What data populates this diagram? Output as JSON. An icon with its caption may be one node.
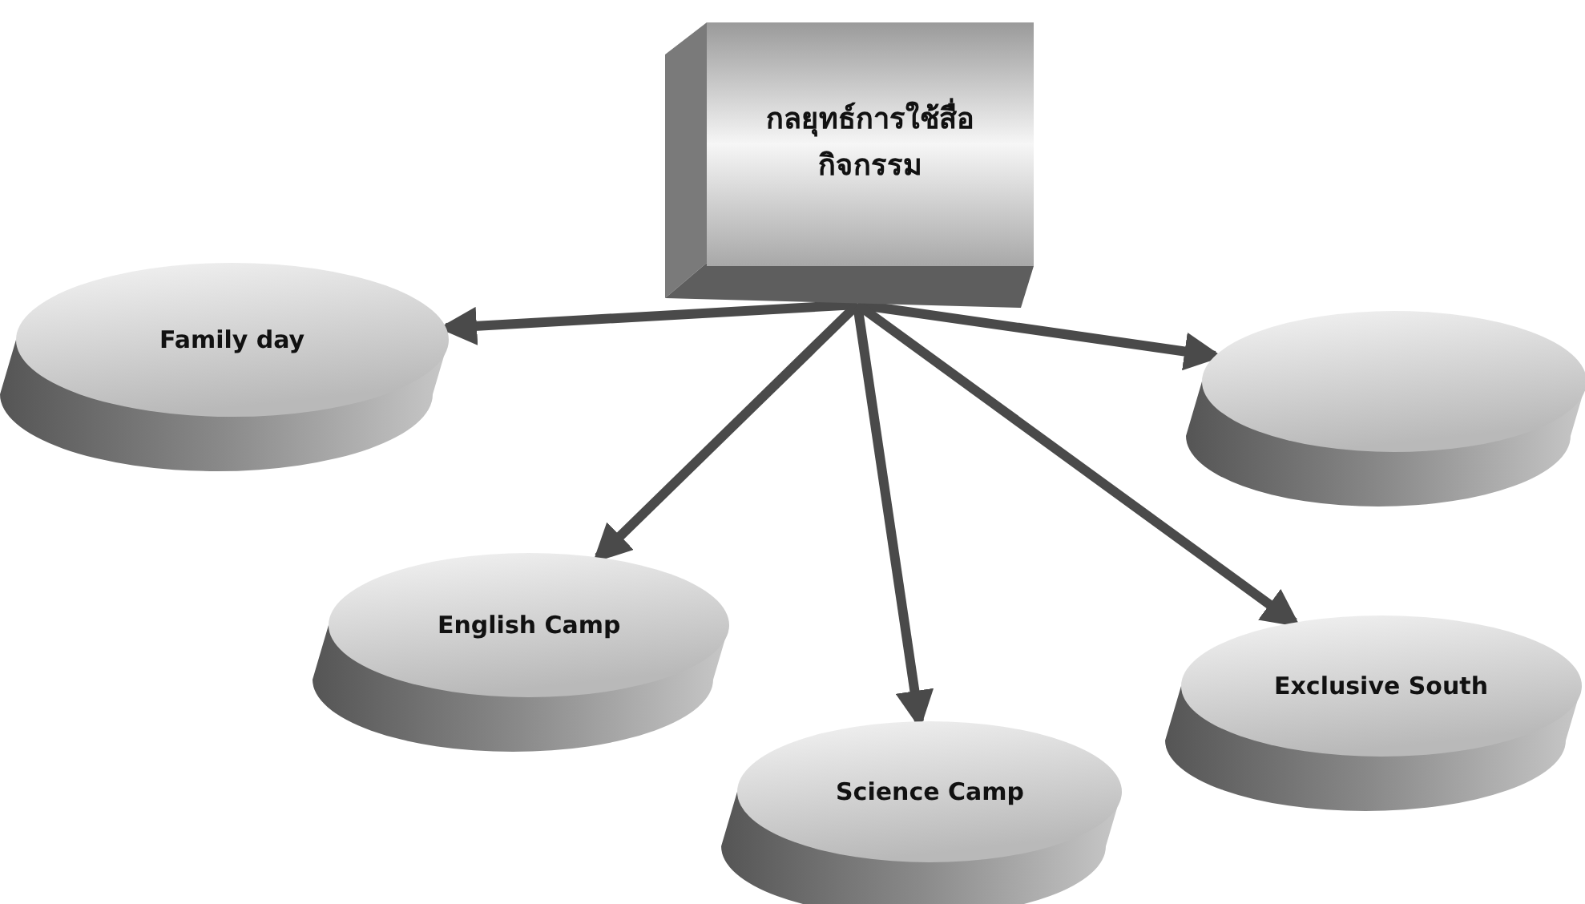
{
  "diagram": {
    "nodes": [
      {
        "text": [
          "กลยุทธ์การใช้สื่อ กิจกรรม"
        ]
      },
      {
        "text": [
          "Family day"
        ]
      },
      {
        "text": [],
        "shape": "circle"
      },
      {
        "text": [
          "English Camp"
        ]
      },
      {
        "text": [
          "Science Camp"
        ]
      },
      {
        "text": [
          "Exclusive South"
        ]
      }
    ],
    "edges": [
      {
        "from": 0,
        "to": 1,
        "arrow": "to"
      },
      {
        "from": 0,
        "to": 2,
        "arrow": "to"
      },
      {
        "from": 0,
        "to": 3,
        "arrow": "to"
      },
      {
        "from": 0,
        "to": 4,
        "arrow": "to"
      },
      {
        "from": 0,
        "to": 5,
        "arrow": "to"
      }
    ]
  }
}
